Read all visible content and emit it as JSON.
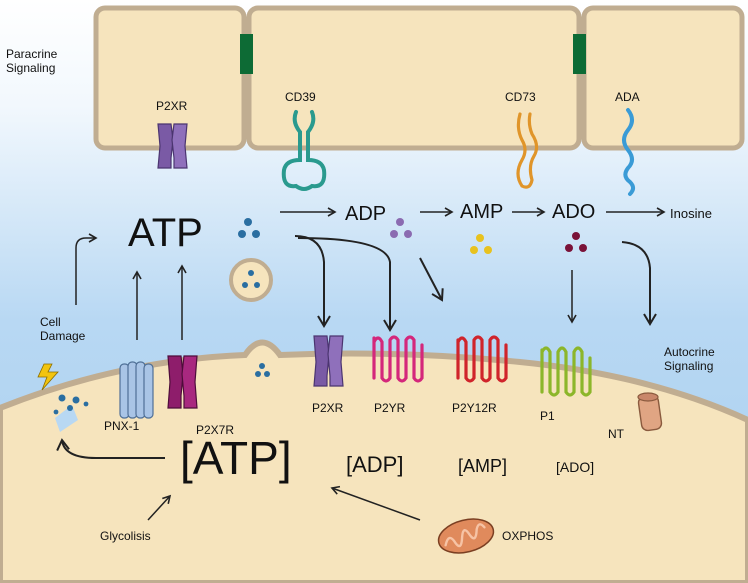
{
  "labels": {
    "paracrine": [
      "Paracrine",
      "Signaling"
    ],
    "autocrine": [
      "Autocrine",
      "Signaling"
    ],
    "cell_damage": [
      "Cell",
      "Damage"
    ],
    "atp_big": "ATP",
    "adp": "ADP",
    "amp": "AMP",
    "ado": "ADO",
    "inosine": "Inosine",
    "p2xr_top": "P2XR",
    "cd39": "CD39",
    "cd73": "CD73",
    "ada": "ADA",
    "pnx1": "PNX-1",
    "p2x7r": "P2X7R",
    "p2xr": "P2XR",
    "p2yr": "P2YR",
    "p2y12r": "P2Y12R",
    "p1": "P1",
    "nt": "NT",
    "atp_intra": "[ATP]",
    "adp_intra": "[ADP]",
    "amp_intra": "[AMP]",
    "ado_intra": "[ADO]",
    "glycolisis": "Glycolisis",
    "oxphos": "OXPHOS"
  },
  "colors": {
    "cell_fill": "#f6e4bd",
    "cell_border": "#c0ad91",
    "junction": "#0d6b35",
    "purple_receptor": "#7a5aa5",
    "magenta_receptor": "#8e1d6b",
    "teal_cd39": "#2a9a8e",
    "orange_cd73": "#e0952a",
    "blue_ada": "#3a9bd6",
    "pink_p2yr": "#d4277b",
    "red_p2y12r": "#d0242b",
    "green_p1": "#8cb62a",
    "nt_fill": "#e0a583",
    "pnx_fill": "#a9c4e6",
    "atp_dot": "#2a6ea1",
    "adp_dot": "#8b6bb1",
    "amp_dot": "#e8c21e",
    "ado_dot": "#7a1238",
    "lightning": "#f2c40f"
  },
  "icons": [
    "lightning-icon",
    "mitochondrion-icon"
  ]
}
